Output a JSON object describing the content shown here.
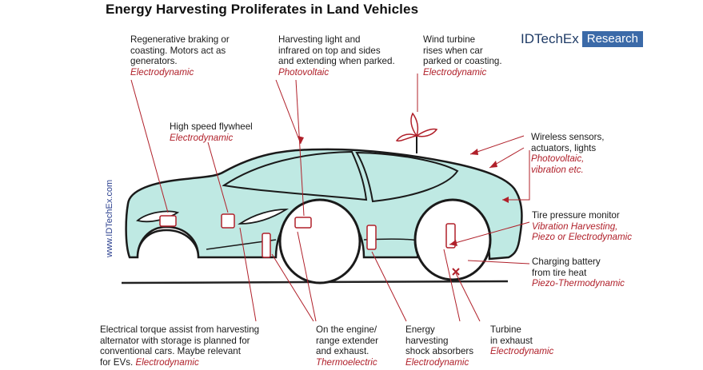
{
  "title": "Energy Harvesting Proliferates in Land Vehicles",
  "brand": {
    "name": "IDTechEx",
    "tag": "Research",
    "url": "www.IDTechEx.com"
  },
  "labels": {
    "regen": {
      "text": "Regenerative braking or\ncoasting. Motors act as\ngenerators.",
      "mode": "Electrodynamic"
    },
    "light": {
      "text": "Harvesting light and\ninfrared on top and sides\nand extending when parked.",
      "mode": "Photovoltaic"
    },
    "wind": {
      "text": "Wind turbine\nrises when car\nparked or coasting.",
      "mode": "Electrodynamic"
    },
    "flywheel": {
      "text": "High speed flywheel",
      "mode": "Electrodynamic"
    },
    "wireless": {
      "text": "Wireless sensors,\nactuators, lights",
      "mode": "Photovoltaic,\nvibration etc."
    },
    "tire": {
      "text": "Tire pressure monitor",
      "mode": "Vibration Harvesting,\nPiezo or Electrodynamic"
    },
    "battery": {
      "text": "Charging battery\nfrom tire heat",
      "mode": "Piezo-Thermodynamic"
    },
    "torque": {
      "text": "Electrical torque assist from harvesting\nalternator with storage is planned for\nconventional cars. Maybe relevant\nfor EVs.",
      "mode": "Electrodynamic"
    },
    "engine": {
      "text": "On the engine/\nrange extender\nand exhaust.",
      "mode": "Thermoelectric"
    },
    "shock": {
      "text": "Energy\nharvesting\nshock absorbers",
      "mode": "Electrodynamic"
    },
    "turbine": {
      "text": "Turbine\nin exhaust",
      "mode": "Electrodynamic"
    }
  },
  "colors": {
    "car_fill": "#bfe9e3",
    "leader": "#b0202a",
    "mode_text": "#b0202a",
    "brand_box": "#3b6aa8"
  }
}
